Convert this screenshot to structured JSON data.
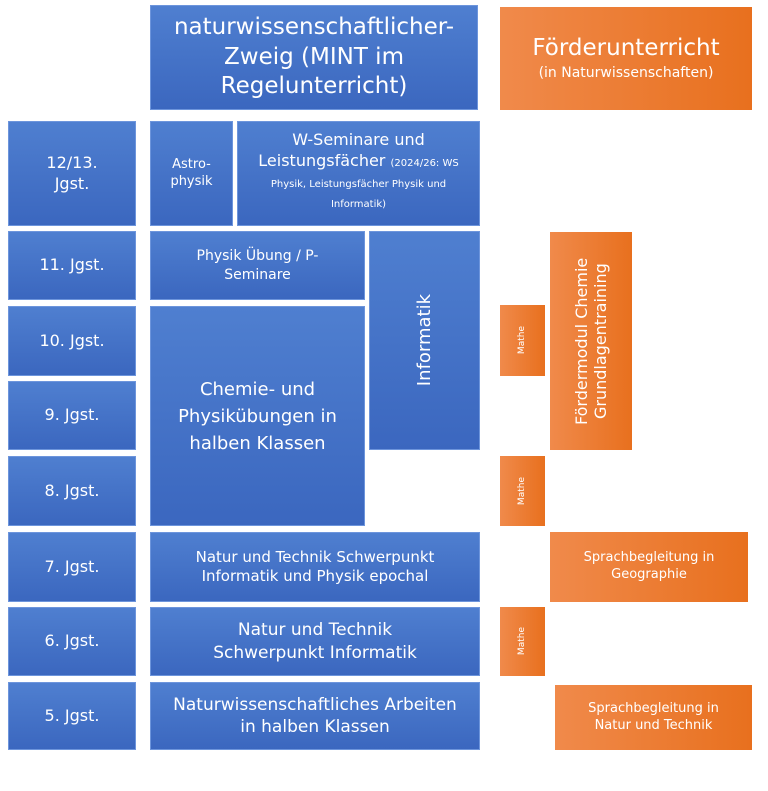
{
  "header": {
    "title": "naturwissenschaftlicher-Zweig (MINT im Regelunterricht)",
    "support_title": "Förderunterricht",
    "support_subtitle": "(in Naturwissenschaften)"
  },
  "grades": [
    "12/13. Jgst.",
    "11. Jgst.",
    "10. Jgst.",
    "9. Jgst.",
    "8. Jgst.",
    "7. Jgst.",
    "6. Jgst.",
    "5. Jgst."
  ],
  "blocks": {
    "astro": "Astro-physik",
    "wsem": "W-Seminare und Leistungsfächer",
    "wsem_note": "(2024/26: WS Physik, Leistungsfächer Physik und Informatik)",
    "physik_uebung": "Physik Übung / P-Seminare",
    "informatik": "Informatik",
    "chemie": "Chemie- und Physikübungen in halben Klassen",
    "nut7": "Natur und Technik Schwerpunkt Informatik und Physik epochal",
    "nut6": "Natur und Technik Schwerpunkt Informatik",
    "nwa5": "Naturwissenschaftliches Arbeiten in halben Klassen"
  },
  "support": {
    "mathe": "Mathe",
    "foerdermodul": "Fördermodul Chemie Grundlagentraining",
    "sprach_geo": "Sprachbegleitung in Geographie",
    "sprach_nut": "Sprachbegleitung in Natur und Technik"
  }
}
